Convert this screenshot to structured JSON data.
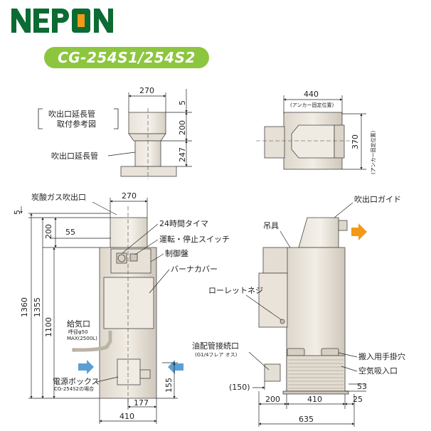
{
  "brand": {
    "letters": [
      "N",
      "E",
      "P",
      "O",
      "N"
    ],
    "color": "#0b6b33",
    "accent": "#f29a17"
  },
  "model": {
    "label": "CG-254S1/254S2",
    "color": "#8cc63e"
  },
  "top_left": {
    "dims": {
      "width": "270",
      "h1": "5",
      "h2": "200",
      "h3": "247"
    },
    "ref_label_1": "吹出口延長管",
    "ref_label_2": "取付参考図",
    "pipe_label": "吹出口延長管"
  },
  "top_right": {
    "dims": {
      "width": "440",
      "width_note": "(アンカー固定位置)",
      "height": "370",
      "height_note": "(アンカー固定位置)"
    }
  },
  "front": {
    "labels": {
      "co2": "炭酸ガス吹出口",
      "timer": "24時間タイマ",
      "switch": "運転・停止スイッチ",
      "control": "制御盤",
      "burner": "バーナカバー",
      "intake": "給気口",
      "intake_note1": "呼径φ50",
      "intake_note2": "MAX(2500L)",
      "power": "電源ボックス",
      "power_note": "CG-254S2の場合"
    },
    "dims": {
      "top": "270",
      "d5": "5",
      "d200": "200",
      "d55": "55",
      "d1360": "1360",
      "d1355": "1355",
      "d1100": "1100",
      "d155": "155",
      "d177": "177",
      "d410": "410"
    }
  },
  "side": {
    "labels": {
      "outlet": "吹出口ガイド",
      "hook": "吊具",
      "screw": "ローレットネジ",
      "oil": "油配管接続口",
      "oil_note": "(G1/4フレア オス)",
      "handle": "搬入用手掛穴",
      "air": "空気吸入口"
    },
    "dims": {
      "d150": "(150)",
      "d53": "53",
      "d200": "200",
      "d410": "410",
      "d25": "25",
      "d635": "635"
    }
  }
}
